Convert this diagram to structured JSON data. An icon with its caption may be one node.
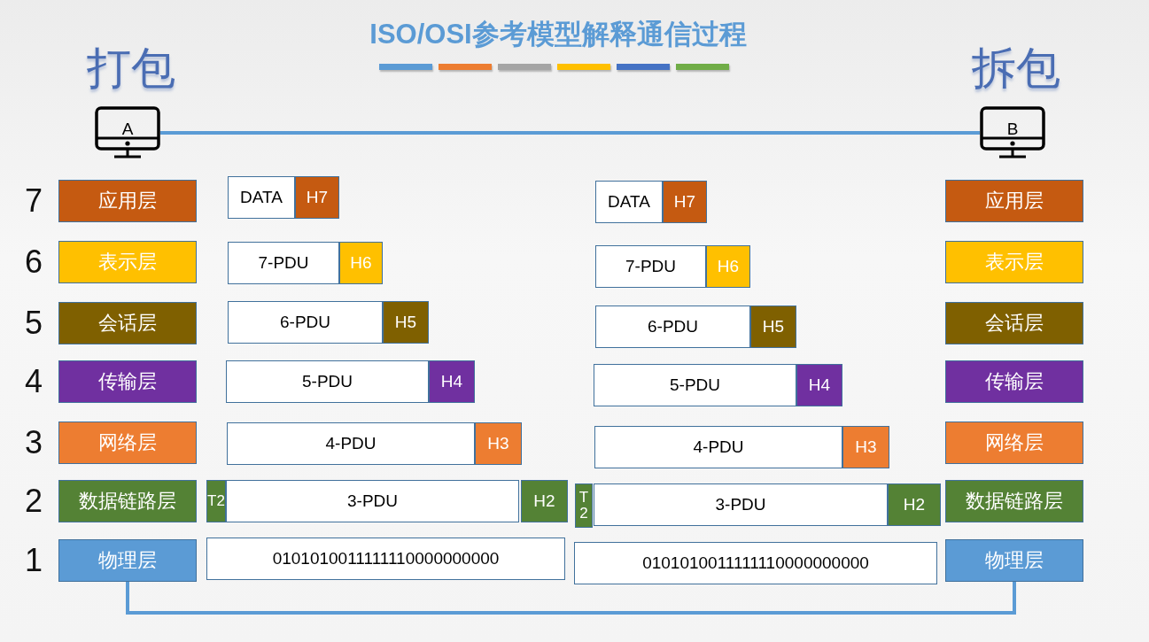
{
  "diagram": {
    "title": "ISO/OSI参考模型解释通信过程",
    "nodes": [
      {
        "text": [
          "A"
        ],
        "beside": [
          "打包"
        ]
      },
      {
        "text": [
          "B"
        ],
        "beside": [
          "拆包"
        ]
      },
      {
        "text": [
          "应用层"
        ]
      },
      {
        "text": [
          "表示层"
        ]
      },
      {
        "text": [
          "会话层"
        ]
      },
      {
        "text": [
          "传输层"
        ]
      },
      {
        "text": [
          "网络层"
        ]
      },
      {
        "text": [
          "数据链路层"
        ]
      },
      {
        "text": [
          "物理层"
        ]
      },
      {
        "text": [
          "应用层"
        ]
      },
      {
        "text": [
          "表示层"
        ]
      },
      {
        "text": [
          "会话层"
        ]
      },
      {
        "text": [
          "传输层"
        ]
      },
      {
        "text": [
          "网络层"
        ]
      },
      {
        "text": [
          "数据链路层"
        ]
      },
      {
        "text": [
          "物理层"
        ]
      },
      {
        "text": [
          "DATA"
        ]
      },
      {
        "text": [
          "H7"
        ]
      },
      {
        "text": [
          "7-PDU"
        ]
      },
      {
        "text": [
          "H6"
        ]
      },
      {
        "text": [
          "6-PDU"
        ]
      },
      {
        "text": [
          "H5"
        ]
      },
      {
        "text": [
          "5-PDU"
        ]
      },
      {
        "text": [
          "H4"
        ]
      },
      {
        "text": [
          "4-PDU"
        ]
      },
      {
        "text": [
          "H3"
        ]
      },
      {
        "text": [
          "T2"
        ]
      },
      {
        "text": [
          "3-PDU"
        ]
      },
      {
        "text": [
          "H2"
        ]
      },
      {
        "text": [
          "0101010011111110000000000"
        ]
      },
      {
        "text": [
          "DATA"
        ]
      },
      {
        "text": [
          "H7"
        ]
      },
      {
        "text": [
          "7-PDU"
        ]
      },
      {
        "text": [
          "H6"
        ]
      },
      {
        "text": [
          "6-PDU"
        ]
      },
      {
        "text": [
          "H5"
        ]
      },
      {
        "text": [
          "5-PDU"
        ]
      },
      {
        "text": [
          "H4"
        ]
      },
      {
        "text": [
          "4-PDU"
        ]
      },
      {
        "text": [
          "H3"
        ]
      },
      {
        "text": [
          "T2"
        ]
      },
      {
        "text": [
          "3-PDU"
        ]
      },
      {
        "text": [
          "H2"
        ]
      },
      {
        "text": [
          "0101010011111110000000000"
        ]
      }
    ],
    "edges": [
      {
        "from": 0,
        "to": 1,
        "arrow": "none"
      },
      {
        "from": 8,
        "to": 15,
        "arrow": "none"
      }
    ],
    "labels": [
      "7",
      "6",
      "5",
      "4",
      "3",
      "2",
      "1"
    ]
  }
}
